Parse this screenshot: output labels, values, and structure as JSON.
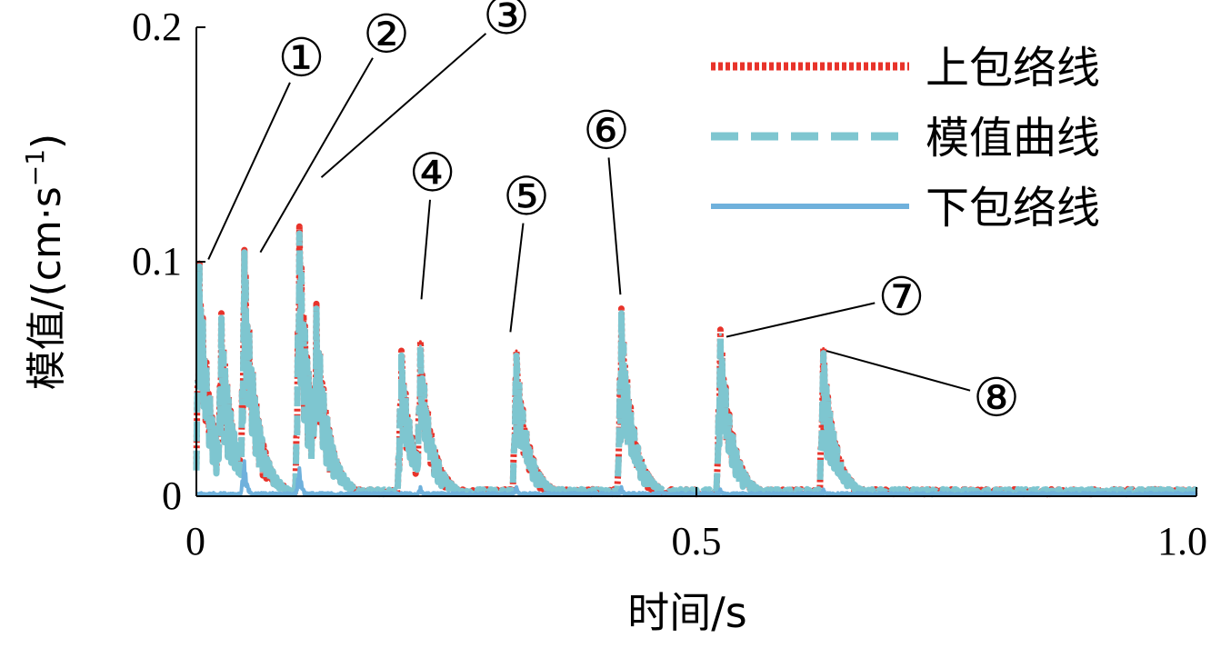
{
  "chart_data": {
    "type": "line",
    "xlabel": "时间/s",
    "ylabel": {
      "text": "模值/(cm·s",
      "sup": "−1",
      "close": ")"
    },
    "xlim": [
      0,
      1.0
    ],
    "ylim": [
      0,
      0.2
    ],
    "x_ticks": [
      "0",
      "0.5",
      "1.0"
    ],
    "y_ticks": [
      "0",
      "0.1",
      "0.2"
    ],
    "x_tick_values": [
      0,
      0.5,
      1.0
    ],
    "y_tick_values": [
      0,
      0.1,
      0.2
    ],
    "grid": false,
    "legend_position": "top-right",
    "series": [
      {
        "name": "上包络线",
        "color": "#e8332a",
        "style": "dotted",
        "peaks": [
          {
            "x": 0.003,
            "y": 0.1
          },
          {
            "x": 0.025,
            "y": 0.078
          },
          {
            "x": 0.048,
            "y": 0.105
          },
          {
            "x": 0.103,
            "y": 0.115
          },
          {
            "x": 0.12,
            "y": 0.082
          },
          {
            "x": 0.205,
            "y": 0.062
          },
          {
            "x": 0.224,
            "y": 0.066
          },
          {
            "x": 0.32,
            "y": 0.062
          },
          {
            "x": 0.425,
            "y": 0.08
          },
          {
            "x": 0.524,
            "y": 0.071
          },
          {
            "x": 0.627,
            "y": 0.063
          }
        ]
      },
      {
        "name": "模值曲线",
        "color": "#7ec6d0",
        "style": "dashed",
        "peaks": [
          {
            "x": 0.003,
            "y": 0.098
          },
          {
            "x": 0.025,
            "y": 0.076
          },
          {
            "x": 0.048,
            "y": 0.104
          },
          {
            "x": 0.103,
            "y": 0.112
          },
          {
            "x": 0.12,
            "y": 0.08
          },
          {
            "x": 0.205,
            "y": 0.06
          },
          {
            "x": 0.224,
            "y": 0.064
          },
          {
            "x": 0.32,
            "y": 0.06
          },
          {
            "x": 0.425,
            "y": 0.078
          },
          {
            "x": 0.524,
            "y": 0.069
          },
          {
            "x": 0.627,
            "y": 0.061
          }
        ]
      },
      {
        "name": "下包络线",
        "color": "#6fb1dc",
        "style": "solid",
        "peaks": [
          {
            "x": 0.048,
            "y": 0.015
          },
          {
            "x": 0.103,
            "y": 0.012
          },
          {
            "x": 0.224,
            "y": 0.004
          },
          {
            "x": 0.32,
            "y": 0.004
          },
          {
            "x": 0.425,
            "y": 0.004
          },
          {
            "x": 0.524,
            "y": 0.003
          },
          {
            "x": 0.627,
            "y": 0.003
          }
        ]
      }
    ],
    "annotations": [
      {
        "label": "①",
        "tx": 0.105,
        "ty": 0.187,
        "px": 0.012,
        "py": 0.101
      },
      {
        "label": "②",
        "tx": 0.19,
        "ty": 0.197,
        "px": 0.064,
        "py": 0.104
      },
      {
        "label": "③",
        "tx": 0.31,
        "ty": 0.205,
        "px": 0.125,
        "py": 0.136
      },
      {
        "label": "④",
        "tx": 0.236,
        "ty": 0.138,
        "px": 0.225,
        "py": 0.084
      },
      {
        "label": "⑤",
        "tx": 0.33,
        "ty": 0.128,
        "px": 0.314,
        "py": 0.07
      },
      {
        "label": "⑥",
        "tx": 0.41,
        "ty": 0.156,
        "px": 0.424,
        "py": 0.086
      },
      {
        "label": "⑦",
        "tx": 0.705,
        "ty": 0.085,
        "px": 0.53,
        "py": 0.068
      },
      {
        "label": "⑧",
        "tx": 0.8,
        "ty": 0.042,
        "px": 0.63,
        "py": 0.062
      }
    ]
  }
}
